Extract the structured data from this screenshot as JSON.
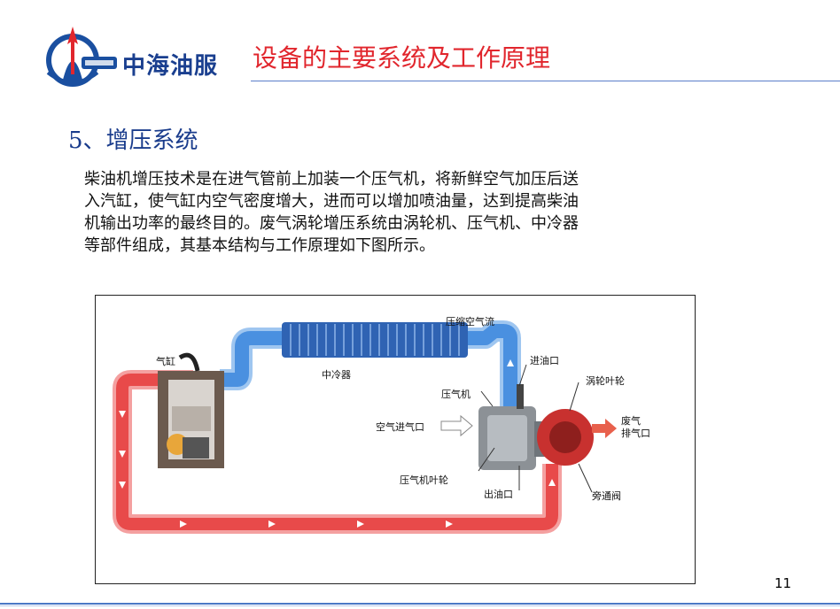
{
  "header": {
    "brand": "中海油服",
    "title": "设备的主要系统及工作原理"
  },
  "section": {
    "heading": "5、增压系统"
  },
  "body": {
    "lines": [
      "柴油机增压技术是在进气管前上加装一个压气机，将新鲜空气加压后送",
      "入汽缸，使气缸内空气密度增大，进而可以增加喷油量，达到提高柴油",
      "机输出功率的最终目的。废气涡轮增压系统由涡轮机、压气机、中冷器",
      "等部件组成，其基本结构与工作原理如下图所示。"
    ]
  },
  "diagram": {
    "labels": {
      "compressed_air": "压缩空气流",
      "cylinder": "气缸",
      "intercooler": "中冷器",
      "oil_in": "进油口",
      "turbine_wheel": "涡轮叶轮",
      "compressor": "压气机",
      "air_inlet": "空气进气口",
      "exhaust_1": "废气",
      "exhaust_2": "排气口",
      "compressor_wheel": "压气机叶轮",
      "oil_out": "出油口",
      "bypass_valve": "旁通阀"
    },
    "colors": {
      "cold_flow": "#4a90e0",
      "hot_flow": "#e84a4a",
      "intercooler": "#2f63b3"
    }
  },
  "footer": {
    "page_number": "11"
  },
  "colors": {
    "title": "#e1262d",
    "brand": "#1a3f8f",
    "section": "#1a3c8c",
    "rule": "#4a78c6"
  }
}
